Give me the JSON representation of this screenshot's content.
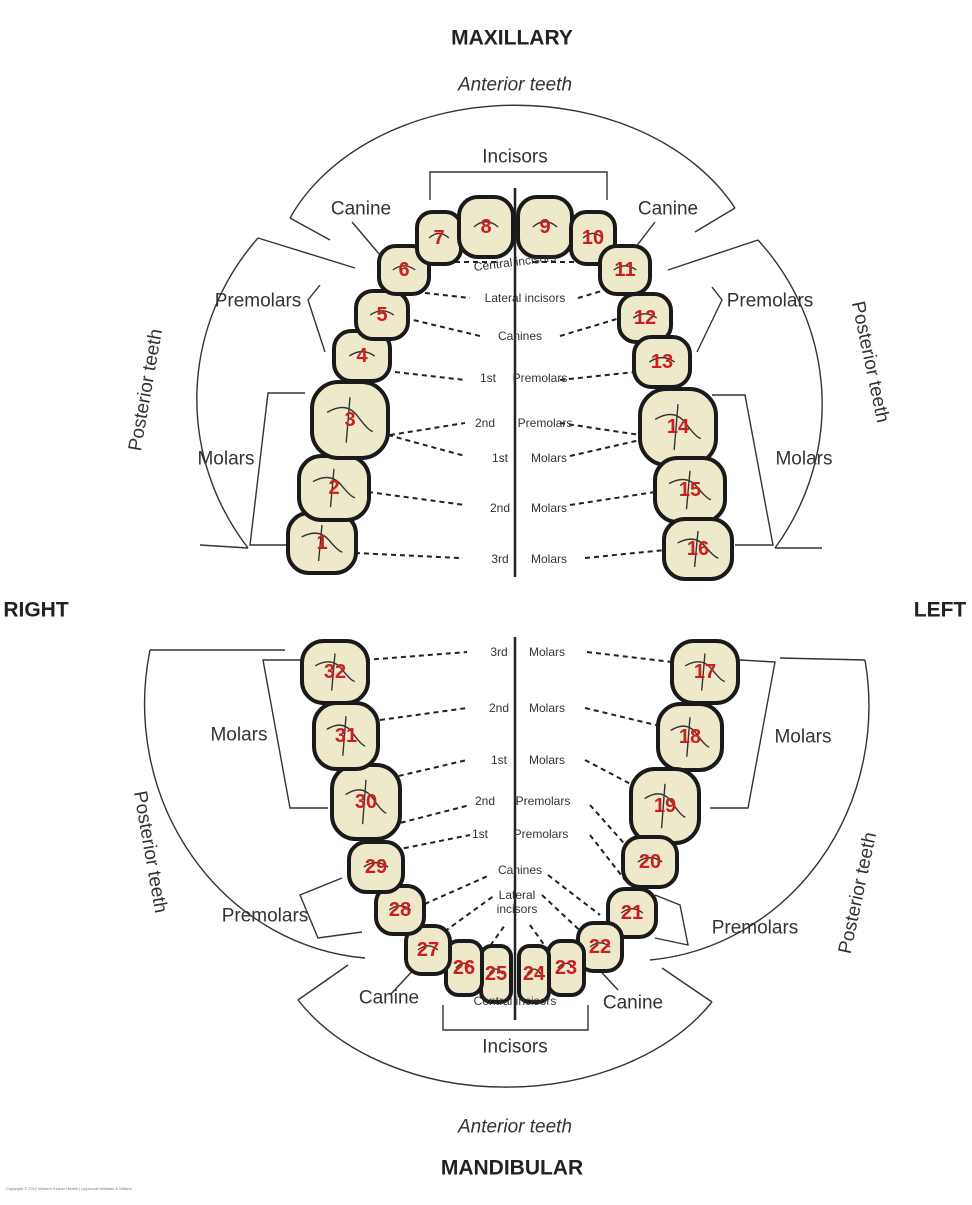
{
  "titles": {
    "top": "MAXILLARY",
    "bottom": "MANDIBULAR",
    "left": "RIGHT",
    "right": "LEFT"
  },
  "upper": {
    "anterior": "Anterior teeth",
    "incisors": "Incisors",
    "canine_left": "Canine",
    "canine_right": "Canine",
    "premolars_left": "Premolars",
    "premolars_right": "Premolars",
    "molars_left": "Molars",
    "molars_right": "Molars",
    "posterior_left": "Posterior teeth",
    "posterior_right": "Posterior teeth",
    "mid_labels": [
      {
        "a": "Central incisors",
        "b": ""
      },
      {
        "a": "Lateral incisors",
        "b": ""
      },
      {
        "a": "Canines",
        "b": ""
      },
      {
        "a": "1st",
        "b": "Premolars"
      },
      {
        "a": "2nd",
        "b": "Premolars"
      },
      {
        "a": "1st",
        "b": "Molars"
      },
      {
        "a": "2nd",
        "b": "Molars"
      },
      {
        "a": "3rd",
        "b": "Molars"
      }
    ]
  },
  "lower": {
    "anterior": "Anterior teeth",
    "incisors": "Incisors",
    "canine_left": "Canine",
    "canine_right": "Canine",
    "premolars_left": "Premolars",
    "premolars_right": "Premolars",
    "molars_left": "Molars",
    "molars_right": "Molars",
    "posterior_left": "Posterior teeth",
    "posterior_right": "Posterior teeth",
    "mid_labels": [
      {
        "a": "3rd",
        "b": "Molars"
      },
      {
        "a": "2nd",
        "b": "Molars"
      },
      {
        "a": "1st",
        "b": "Molars"
      },
      {
        "a": "2nd",
        "b": "Premolars"
      },
      {
        "a": "1st",
        "b": "Premolars"
      },
      {
        "a": "Canines",
        "b": ""
      },
      {
        "a": "Lateral",
        "b": "incisors"
      },
      {
        "a": "Central incisors",
        "b": ""
      }
    ]
  },
  "upper_teeth": [
    "1",
    "2",
    "3",
    "4",
    "5",
    "6",
    "7",
    "8",
    "9",
    "10",
    "11",
    "12",
    "13",
    "14",
    "15",
    "16"
  ],
  "lower_teeth": [
    "17",
    "18",
    "19",
    "20",
    "21",
    "22",
    "23",
    "24",
    "25",
    "26",
    "27",
    "28",
    "29",
    "30",
    "31",
    "32"
  ],
  "copyright": "Copyright © 2012 Wolters Kluwer Health | Lippincott Williams & Wilkins",
  "colors": {
    "tooth": "#efe9cc",
    "outline": "#1a1a1a",
    "number": "#cc1f1f"
  }
}
